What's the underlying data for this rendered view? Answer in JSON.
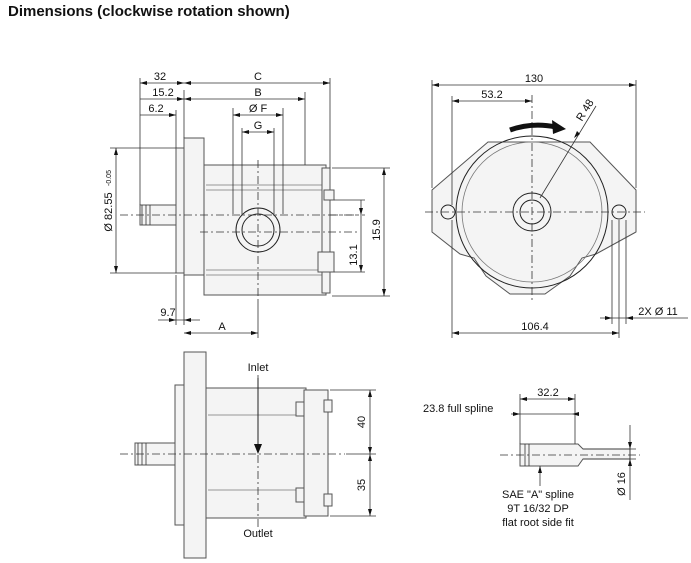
{
  "title": "Dimensions (clockwise rotation shown)",
  "side_view": {
    "dim_32": "32",
    "dim_15_2": "15.2",
    "dim_6_2": "6.2",
    "dim_C": "C",
    "dim_B": "B",
    "dim_F": "Ø F",
    "dim_G": "G",
    "dim_pilot": "Ø 82.55",
    "dim_pilot_tol": "-0.05",
    "dim_15_9": "15.9",
    "dim_13_1": "13.1",
    "dim_9_7": "9.7",
    "dim_A": "A"
  },
  "front_view": {
    "dim_130": "130",
    "dim_53_2": "53.2",
    "dim_R48": "R 48",
    "dim_106_4": "106.4",
    "dim_holes": "2X Ø 11"
  },
  "bottom_view": {
    "inlet": "Inlet",
    "outlet": "Outlet",
    "dim_40": "40",
    "dim_35": "35"
  },
  "spline_detail": {
    "dim_32_2": "32.2",
    "full_spline": "23.8  full spline",
    "dim_16": "Ø 16",
    "note_1": "SAE \"A\" spline",
    "note_2": "9T 16/32 DP",
    "note_3": "flat root side fit"
  }
}
